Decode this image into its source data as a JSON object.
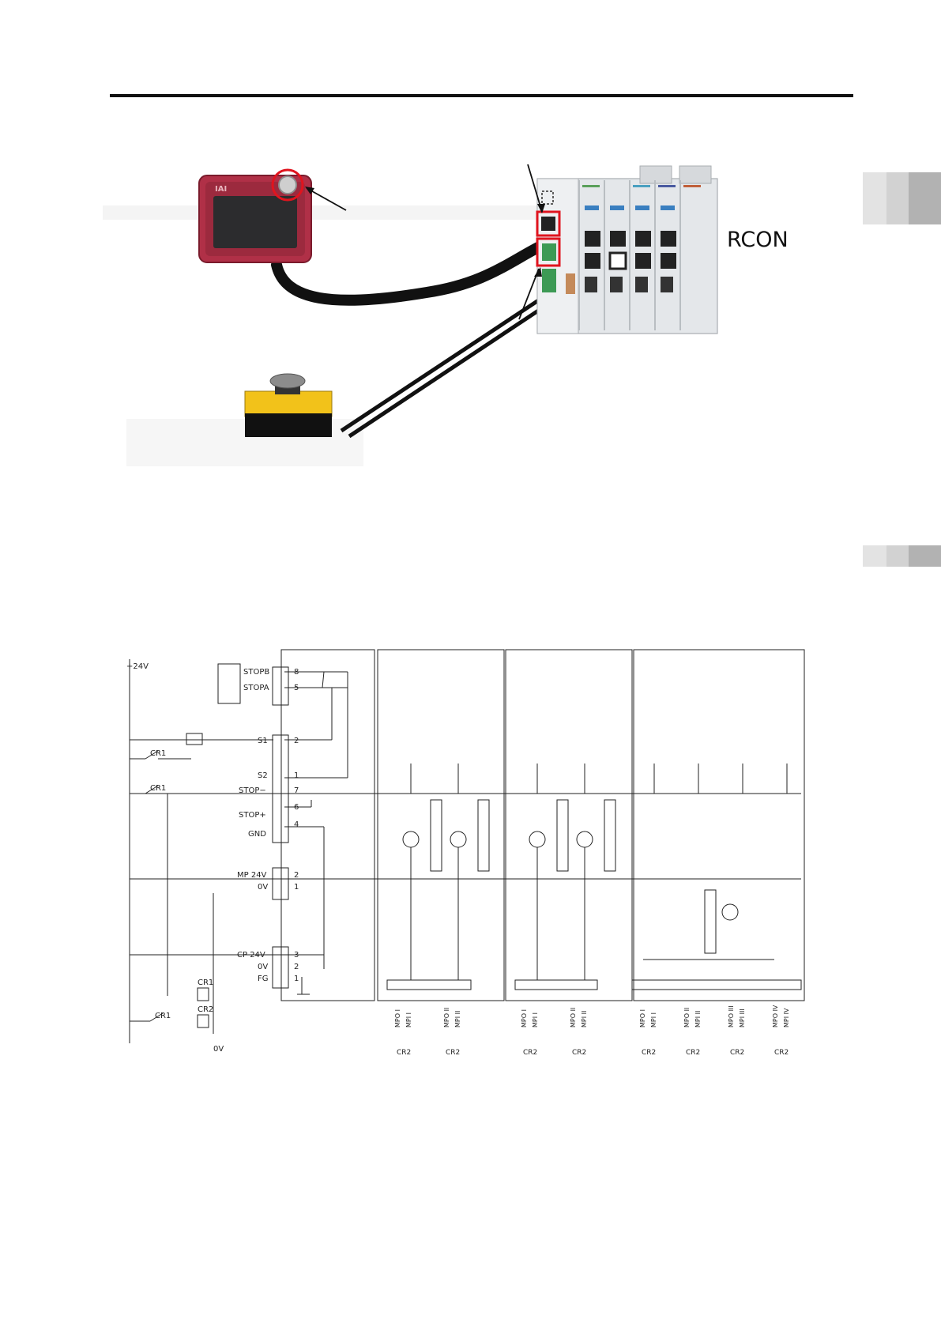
{
  "figure": {
    "controller_label": "RCON",
    "pendant_logo": "IAI"
  },
  "schematic": {
    "supply": {
      "plus": "+24V",
      "zero": "0V"
    },
    "terminal_labels": {
      "stopb": "STOPB",
      "stopa": "STOPA",
      "s1": "S1",
      "s2": "S2",
      "stop_minus": "STOP−",
      "stop_plus": "STOP+",
      "gnd": "GND",
      "mp_24v": "MP  24V",
      "mp_0v": "0V",
      "cp_24v": "CP  24V",
      "cp_0v": "0V",
      "fg": "FG"
    },
    "pin_numbers": [
      "8",
      "5",
      "2",
      "1",
      "7",
      "6",
      "4",
      "2",
      "1",
      "3",
      "2",
      "1"
    ],
    "relays": {
      "cr1": "CR1",
      "cr2": "CR2"
    },
    "output_pairs": [
      [
        "MPO I",
        "MPI I"
      ],
      [
        "MPO II",
        "MPI II"
      ],
      [
        "MPO I",
        "MPI I"
      ],
      [
        "MPO II",
        "MPI II"
      ],
      [
        "MPO I",
        "MPI I"
      ],
      [
        "MPO II",
        "MPI II"
      ],
      [
        "MPO III",
        "MPI III"
      ],
      [
        "MPO IV",
        "MPI IV"
      ]
    ]
  },
  "colors": {
    "pendant_body": "#b03047",
    "button_highlight": "#e0141e",
    "estop_yellow": "#f2c21a",
    "controller_gray": "#e4e7ea"
  }
}
